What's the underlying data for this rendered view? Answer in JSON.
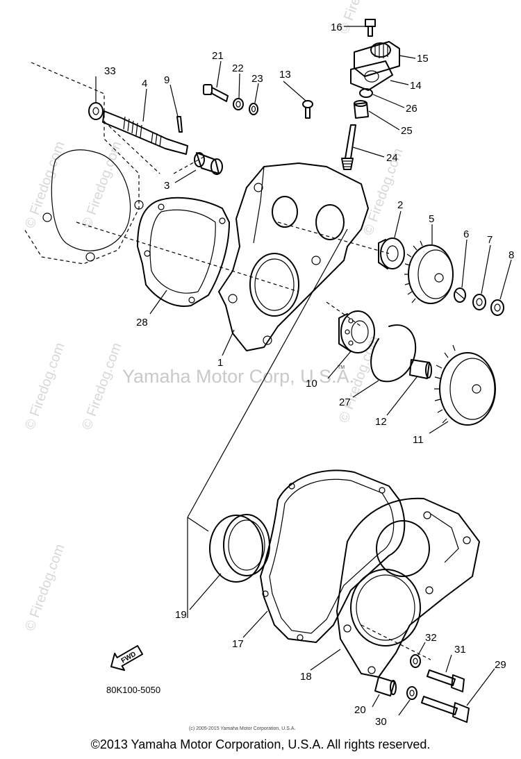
{
  "watermark": {
    "side_text": "© Firedog.com",
    "center_text": "Yamaha Motor Corp, U.S.A.",
    "tm": "TM"
  },
  "callouts": {
    "p1": "1",
    "p2": "2",
    "p3": "3",
    "p4": "4",
    "p5": "5",
    "p6": "6",
    "p7": "7",
    "p8": "8",
    "p9": "9",
    "p10": "10",
    "p11": "11",
    "p12": "12",
    "p13": "13",
    "p14": "14",
    "p15": "15",
    "p16": "16",
    "p17": "17",
    "p18": "18",
    "p19": "19",
    "p20": "20",
    "p21": "21",
    "p22": "22",
    "p23": "23",
    "p24": "24",
    "p25": "25",
    "p26": "26",
    "p27": "27",
    "p28": "28",
    "p29": "29",
    "p30": "30",
    "p31": "31",
    "p32": "32",
    "p33": "33"
  },
  "front_arrow_label": "FWD",
  "diagram_code": "80K100-5050",
  "fine_print": "(c) 2005-2015 Yamaha Motor Corporation, U.S.A.",
  "copyright": "©2013 Yamaha Motor Corporation, U.S.A. All rights reserved."
}
